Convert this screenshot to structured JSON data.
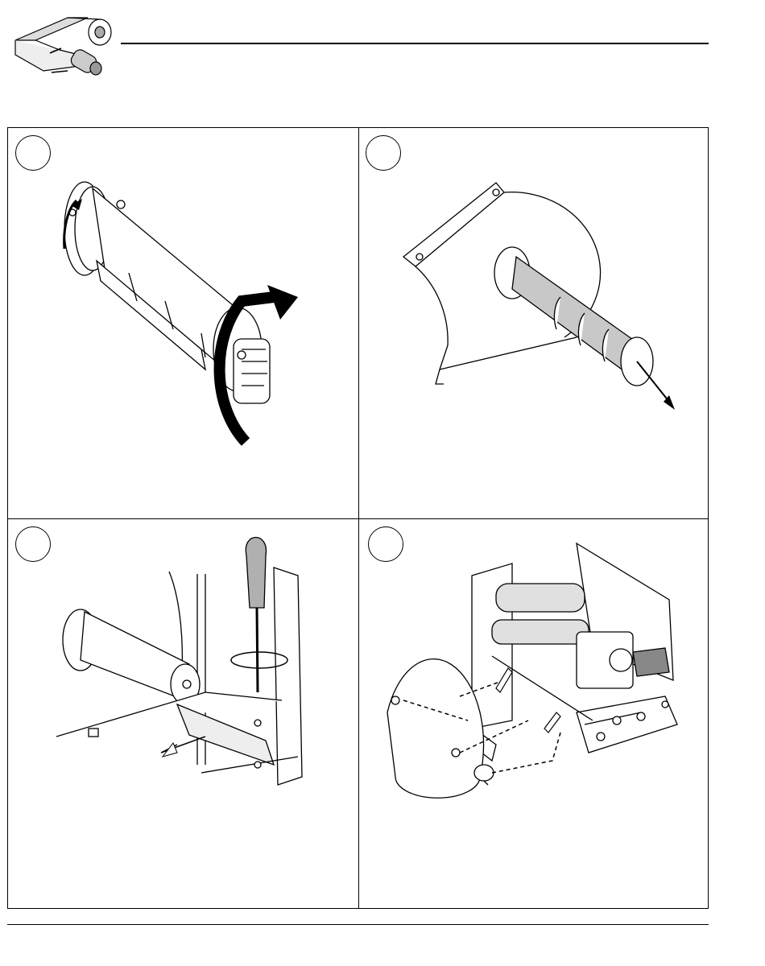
{
  "header": {
    "icon": "ribbon-roll-icon"
  },
  "panels": [
    {
      "id": 1,
      "step_marker": "empty-circle",
      "illustration": "ribbon-spindle-rotate-illustration"
    },
    {
      "id": 2,
      "step_marker": "empty-circle",
      "illustration": "remove-ribbon-core-illustration"
    },
    {
      "id": 3,
      "step_marker": "empty-circle",
      "illustration": "loosen-screw-screwdriver-illustration"
    },
    {
      "id": 4,
      "step_marker": "empty-circle",
      "illustration": "mount-guide-plate-illustration"
    }
  ],
  "colors": {
    "line": "#000000",
    "background": "#ffffff",
    "shade": "#b0b0b0"
  }
}
